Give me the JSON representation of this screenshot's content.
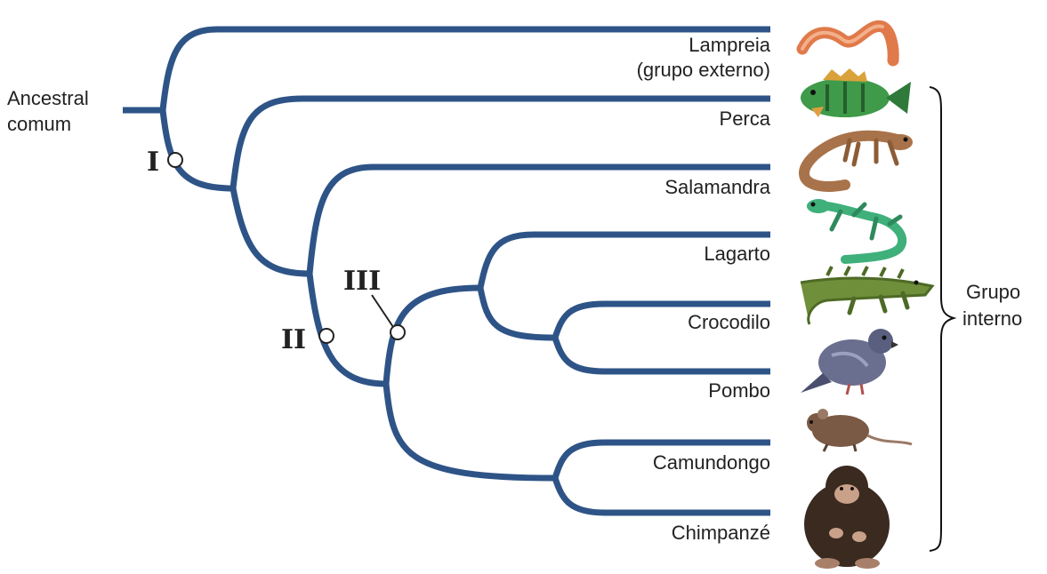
{
  "root_label": [
    "Ancestral",
    "comum"
  ],
  "taxa": [
    {
      "id": "lampreia",
      "lines": [
        "Lampreia",
        "(grupo externo)"
      ],
      "icon": "lamprey-icon",
      "color": "#e07a4a"
    },
    {
      "id": "perca",
      "lines": [
        "Perca"
      ],
      "icon": "perch-icon",
      "color": "#3f9a4a"
    },
    {
      "id": "salamandra",
      "lines": [
        "Salamandra"
      ],
      "icon": "salamander-icon",
      "color": "#a8734a"
    },
    {
      "id": "lagarto",
      "lines": [
        "Lagarto"
      ],
      "icon": "lizard-icon",
      "color": "#3fb07a"
    },
    {
      "id": "crocodilo",
      "lines": [
        "Crocodilo"
      ],
      "icon": "crocodile-icon",
      "color": "#6f8f3a"
    },
    {
      "id": "pombo",
      "lines": [
        "Pombo"
      ],
      "icon": "pigeon-icon",
      "color": "#6a6f8f"
    },
    {
      "id": "camundongo",
      "lines": [
        "Camundongo"
      ],
      "icon": "mouse-icon",
      "color": "#7a5a45"
    },
    {
      "id": "chimpanze",
      "lines": [
        "Chimpanzé"
      ],
      "icon": "chimpanzee-icon",
      "color": "#3a2a1f"
    }
  ],
  "nodes": {
    "I": "I",
    "II": "II",
    "III": "III"
  },
  "group_label": [
    "Grupo",
    "interno"
  ],
  "colors": {
    "branch": "#2e5487",
    "text": "#222222"
  }
}
